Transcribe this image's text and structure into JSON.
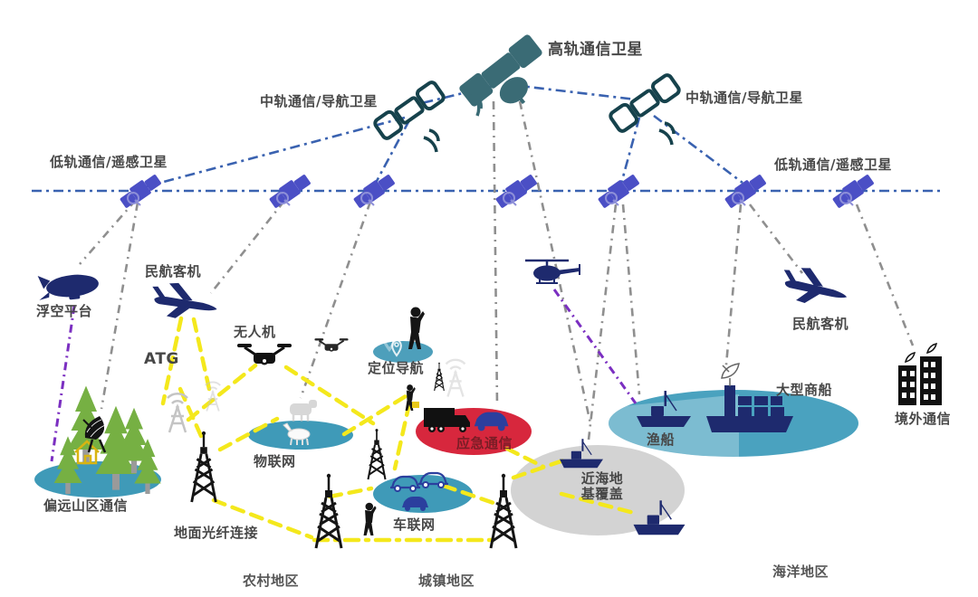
{
  "labels": {
    "heo_satellite": "高轨通信卫星",
    "meo_satellite": "中轨通信/导航卫星",
    "leo_satellite": "低轨通信/遥感卫星",
    "floating_platform": "浮空平台",
    "civil_aircraft": "民航客机",
    "atg": "ATG",
    "uav": "无人机",
    "positioning_nav": "定位导航",
    "iot": "物联网",
    "emergency_comm": "应急通信",
    "remote_mountain_comm": "偏远山区通信",
    "ground_fiber": "地面光纤连接",
    "vehicle_network": "车联网",
    "offshore_coverage_line1": "近海地",
    "offshore_coverage_line2": "基覆盖",
    "fishing_boat": "渔船",
    "merchant_ship": "大型商船",
    "overseas_comm": "境外通信",
    "rural_area": "农村地区",
    "urban_area": "城镇地区",
    "ocean_area": "海洋地区"
  },
  "icons": {
    "geo-satellite-icon": "teal satellite with dish",
    "meo-satellite-icon": "outlined satellite",
    "leo-satellite-icon": "small blue satellite",
    "airship-icon": "navy blimp",
    "airplane-icon": "navy jet silhouette",
    "helicopter-icon": "navy helicopter",
    "drone-icon": "black quadcopter",
    "cell-tower-icon": "black lattice mast",
    "wifi-tower-icon": "gray antenna with arcs",
    "pine-tree-icon": "green pine",
    "satellite-dish-icon": "ground dish antenna",
    "house-icon": "yellow house outline",
    "person-icon": "black human silhouette",
    "fishing-boat-icon": "navy fishing boat",
    "cargo-ship-icon": "navy container ship",
    "building-icon": "black buildings with dishes",
    "car-icon": "blue car",
    "truck-icon": "black truck",
    "location-pin-icon": "white map pin"
  },
  "colors": {
    "inter_satellite_link": "#3a62b0",
    "satellite_ground_link": "#8f8f8f",
    "ground_yellow_link": "#f4e81c",
    "purple_link": "#7b2fc1",
    "coverage_teal": "#3f9ab8",
    "coverage_red": "#d7273d",
    "coverage_gray": "#d3d3d3",
    "ocean_teal": "#4aa2bf",
    "vehicle_navy": "#1e2a6e",
    "satellite_teal": "#3a6b75",
    "leo_blue": "#4b4fc5",
    "tree_green": "#76b043",
    "label_text": "#474747"
  }
}
